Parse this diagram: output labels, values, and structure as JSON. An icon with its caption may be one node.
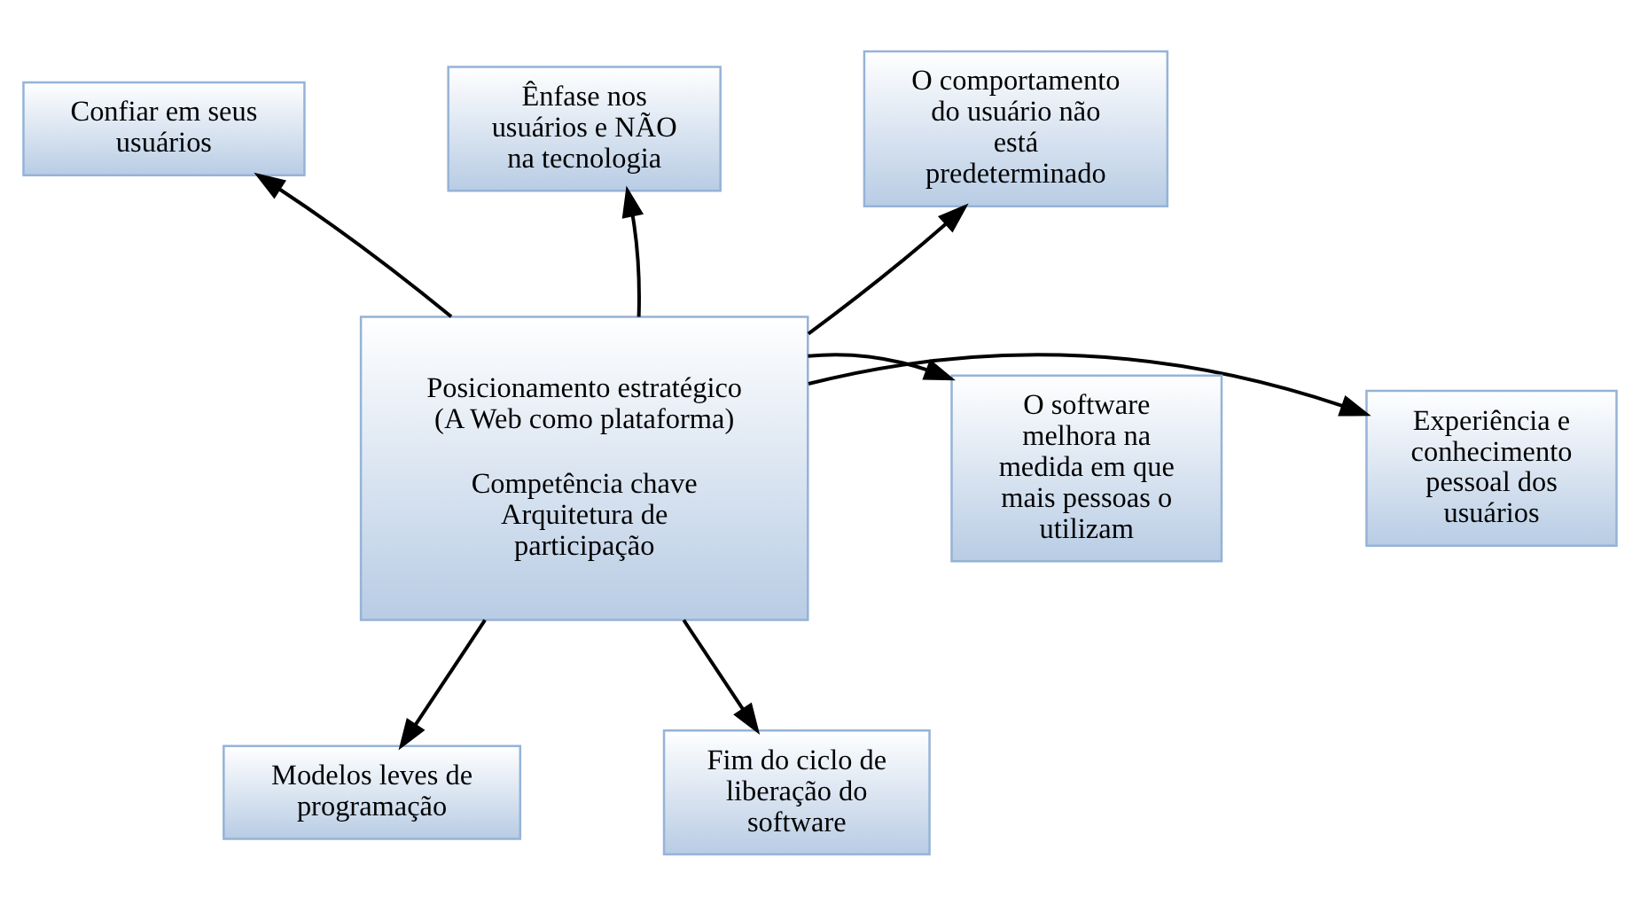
{
  "diagram": {
    "nodes": [
      {
        "text": [
          "Confiar em seus usuários"
        ]
      },
      {
        "text": [
          "Ênfase nos usuários e NÃO na tecnologia"
        ]
      },
      {
        "text": [
          "O comportamento do usuário não está predeterminado"
        ]
      },
      {
        "text": [
          "Experiência e conhecimento pessoal dos usuários"
        ]
      },
      {
        "text": [
          "Posicionamento estratégico (A Web como plataforma)",
          "Competência chave Arquitetura de participação"
        ]
      },
      {
        "text": [
          "O software melhora na medida em que mais pessoas o utilizam"
        ]
      },
      {
        "text": [
          "Modelos leves de programação"
        ]
      },
      {
        "text": [
          "Fim do ciclo de liberação do software"
        ]
      }
    ],
    "edges": [
      {
        "from": 4,
        "to": 0,
        "arrow": "to"
      },
      {
        "from": 4,
        "to": 1,
        "arrow": "to"
      },
      {
        "from": 4,
        "to": 2,
        "arrow": "to"
      },
      {
        "from": 4,
        "to": 3,
        "arrow": "to"
      },
      {
        "from": 4,
        "to": 5,
        "arrow": "to"
      },
      {
        "from": 4,
        "to": 6,
        "arrow": "to"
      },
      {
        "from": 4,
        "to": 7,
        "arrow": "to"
      }
    ]
  }
}
